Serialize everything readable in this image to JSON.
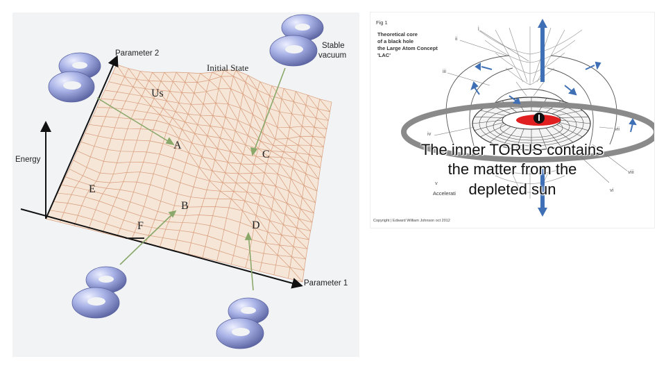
{
  "left_diagram": {
    "axis_energy": "Energy",
    "axis_parameter_2": "Parameter 2",
    "axis_parameter_1": "Parameter 1",
    "label_initial_state": "Initial State",
    "label_stable_vacuum_line1": "Stable",
    "label_stable_vacuum_line2": "vacuum",
    "label_us": "Us",
    "points": [
      "A",
      "B",
      "C",
      "D",
      "E",
      "F"
    ]
  },
  "right_diagram": {
    "fig_label": "Fig 1",
    "caption_lines": [
      "Theoretical core",
      "of a black hole",
      "the Large Atom Concept",
      "'LAC'"
    ],
    "roman_labels": [
      "i",
      "ii",
      "iii",
      "iv",
      "v",
      "vi",
      "vii",
      "viii"
    ],
    "partial_label": "Accelerati",
    "overlay_lines": [
      "The inner TORUS contains",
      "the matter from the",
      "depleted sun"
    ],
    "copyright": "Copyright  | Edward William Johnson  oct 2012"
  },
  "colors": {
    "mesh": "#d89a78",
    "mesh_fill": "#f5e6d8",
    "torus": "#a8b2e6",
    "arrow_green": "#8aa86a",
    "blue_arrow": "#3f6fb5",
    "red_core": "#e02020",
    "grey_ring": "#8a8a8a"
  }
}
